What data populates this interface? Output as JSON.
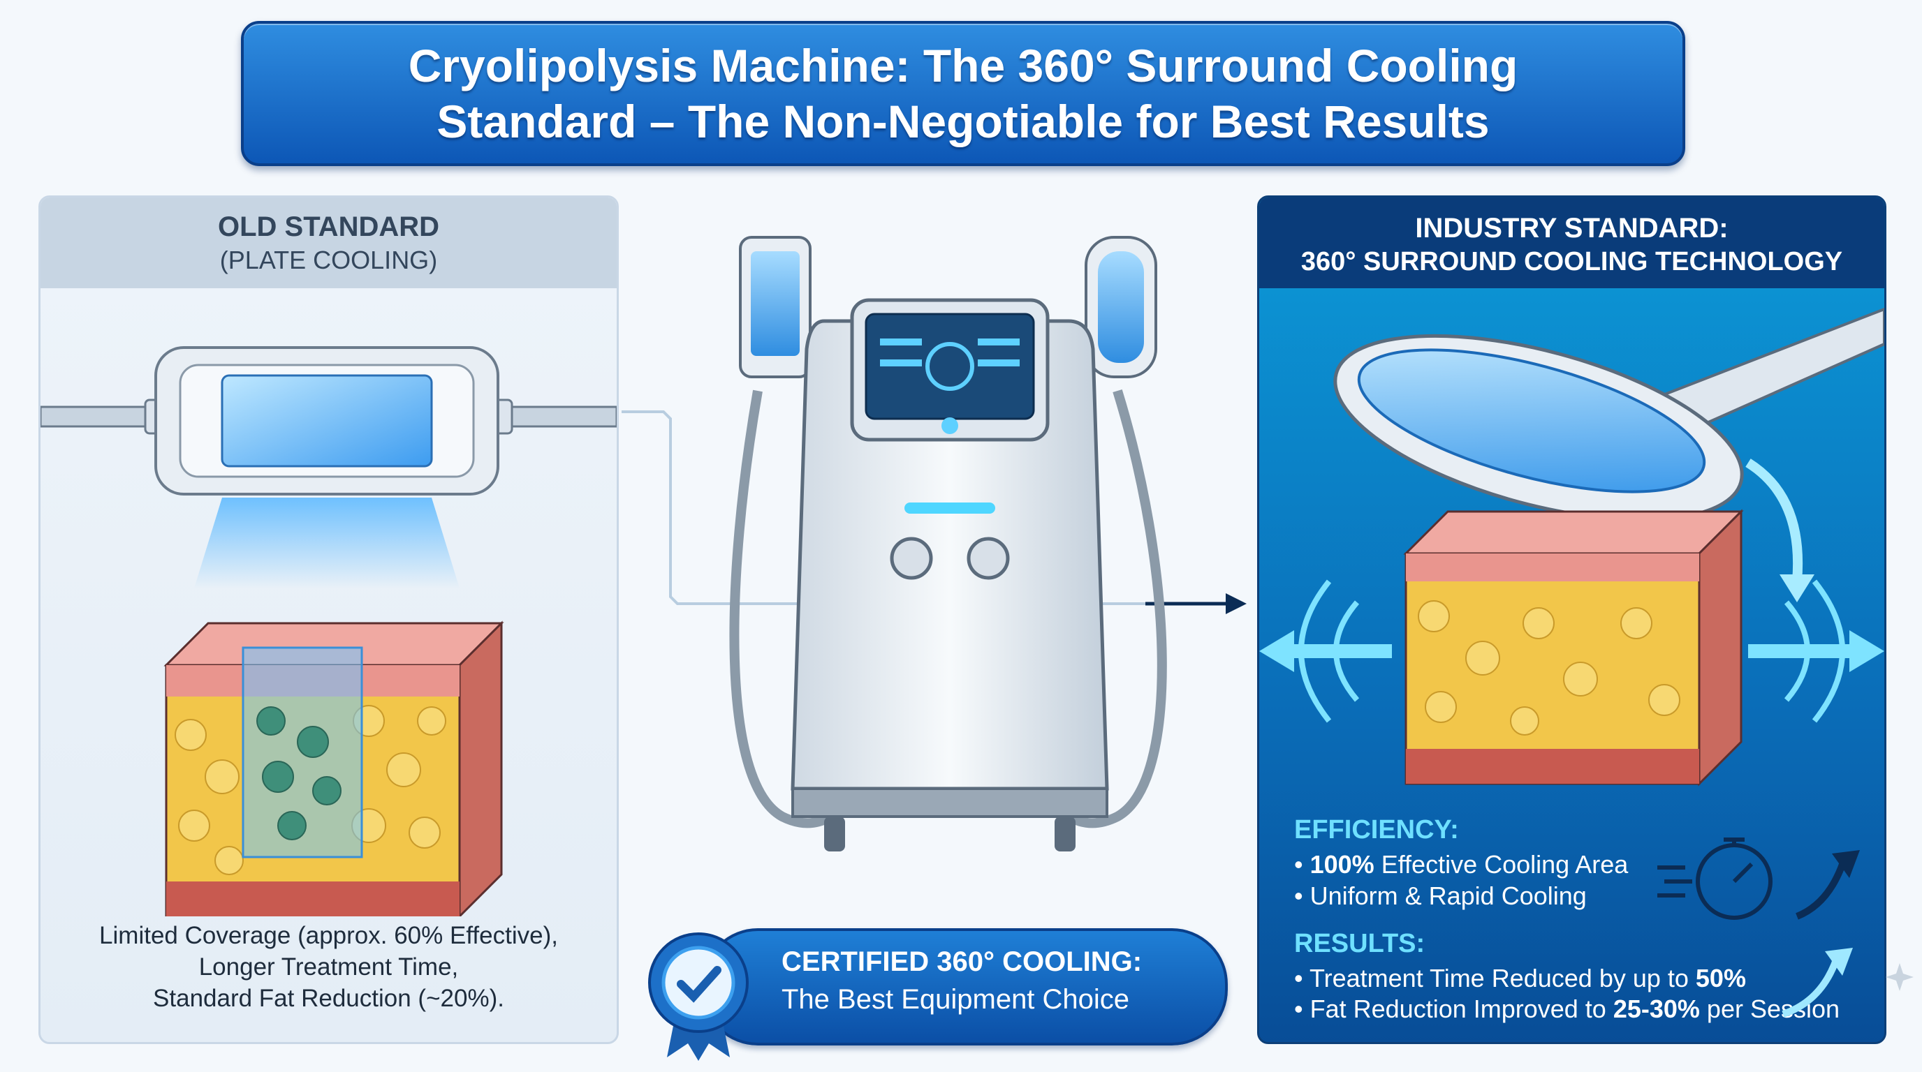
{
  "title": {
    "line1": "Cryolipolysis Machine: The 360° Surround Cooling",
    "line2": "Standard – The Non-Negotiable for Best Results"
  },
  "old_standard": {
    "heading": "OLD STANDARD",
    "subheading": "(PLATE COOLING)",
    "desc_line1": "Limited Coverage (approx. 60% Effective),",
    "desc_line2": "Longer Treatment Time,",
    "desc_line3": "Standard Fat Reduction (~20%)."
  },
  "industry_standard": {
    "heading": "INDUSTRY STANDARD:",
    "subheading": "360° SURROUND COOLING TECHNOLOGY",
    "efficiency_label": "EFFICIENCY:",
    "efficiency_items": [
      {
        "bold": "100%",
        "text": " Effective Cooling Area"
      },
      {
        "bold": "",
        "text": "Uniform & Rapid Cooling"
      }
    ],
    "results_label": "RESULTS:",
    "results_items": [
      {
        "text": "Treatment Time Reduced by up to ",
        "bold": "50%",
        "after": ""
      },
      {
        "text": "Fat Reduction Improved to ",
        "bold": "25-30%",
        "after": " per Session"
      }
    ]
  },
  "badge": {
    "line1": "CERTIFIED 360° COOLING:",
    "line2": "The Best Equipment Choice"
  },
  "colors": {
    "title_blue": "#1670c8",
    "right_panel": "#0a6db8",
    "accent_cyan": "#6fe0ff",
    "fat_yellow": "#f2c64a",
    "skin_pink": "#e9958e"
  },
  "icons": [
    "checkmark-badge-icon",
    "stopwatch-icon",
    "up-arrow-icon",
    "sparkle-icon"
  ]
}
